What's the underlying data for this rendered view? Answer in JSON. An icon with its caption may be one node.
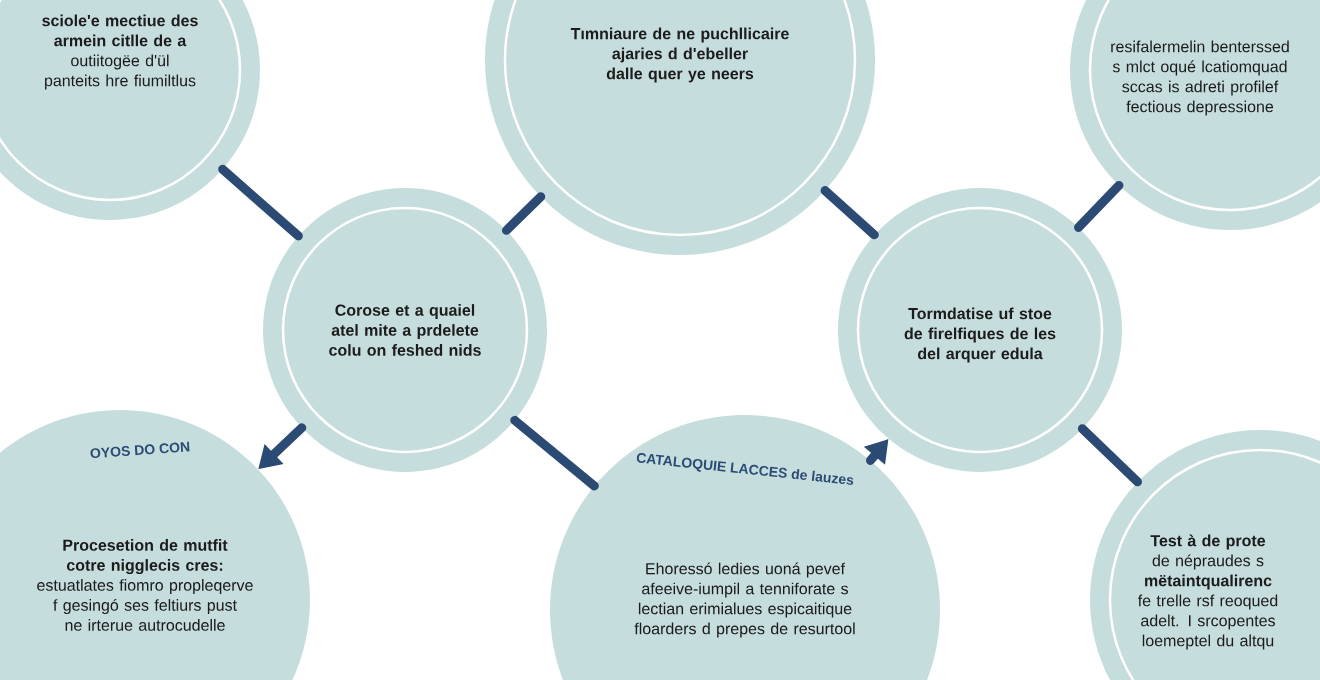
{
  "diagram": {
    "nodes": [
      {
        "text": [
          "sciole'e mectiue des armein citlle de a",
          "outiitogëe d'ül panteits hre fiumiltlus"
        ]
      },
      {
        "text": [
          "Tımniaure de ne puchllicaire ajaries d d'ebeller dalle quer ye neers"
        ]
      },
      {
        "text": [
          "resifalermelin benterssed s mlct oqué lcatiomquad sccas is adreti profilef fectious depressione"
        ]
      },
      {
        "text": [
          "Corose et a quaiel atel mite a prdelete colu on feshed nids"
        ]
      },
      {
        "text": [
          "Tormdatise uf stoe de firelfiques de les del arquer edula"
        ]
      },
      {
        "text": [
          "OYOS DO CON",
          "Procesetion de mutfit cotre nigglecis cres:",
          "estuatlates fiomro propleqerve f gesingó ses feltiurs pust ne irterue autrocudelle"
        ]
      },
      {
        "text": [
          "CATALOQUIE LACCES de lauzes",
          "Ehoressó ledies uoná pevef afeeive-iumpil a tenniforate s lectian erimialues espicaitique floarders d prepes de resurtool"
        ]
      },
      {
        "text": [
          "Test à de prote",
          "de népraudes s **mëtaintqualirenc** fe trelle rsf reoqued adelt. I srcopentes loemeptel du altqu"
        ]
      }
    ],
    "edges": [
      {
        "from": 0,
        "to": 3,
        "arrow": "none"
      },
      {
        "from": 3,
        "to": 1,
        "arrow": "none"
      },
      {
        "from": 1,
        "to": 4,
        "arrow": "none"
      },
      {
        "from": 4,
        "to": 2,
        "arrow": "none"
      },
      {
        "from": 3,
        "to": 5,
        "arrow": "to"
      },
      {
        "from": 3,
        "to": 6,
        "arrow": "none"
      },
      {
        "from": 4,
        "to": 7,
        "arrow": "none"
      },
      {
        "from": 6,
        "to": 4,
        "arrow": "to"
      }
    ]
  }
}
